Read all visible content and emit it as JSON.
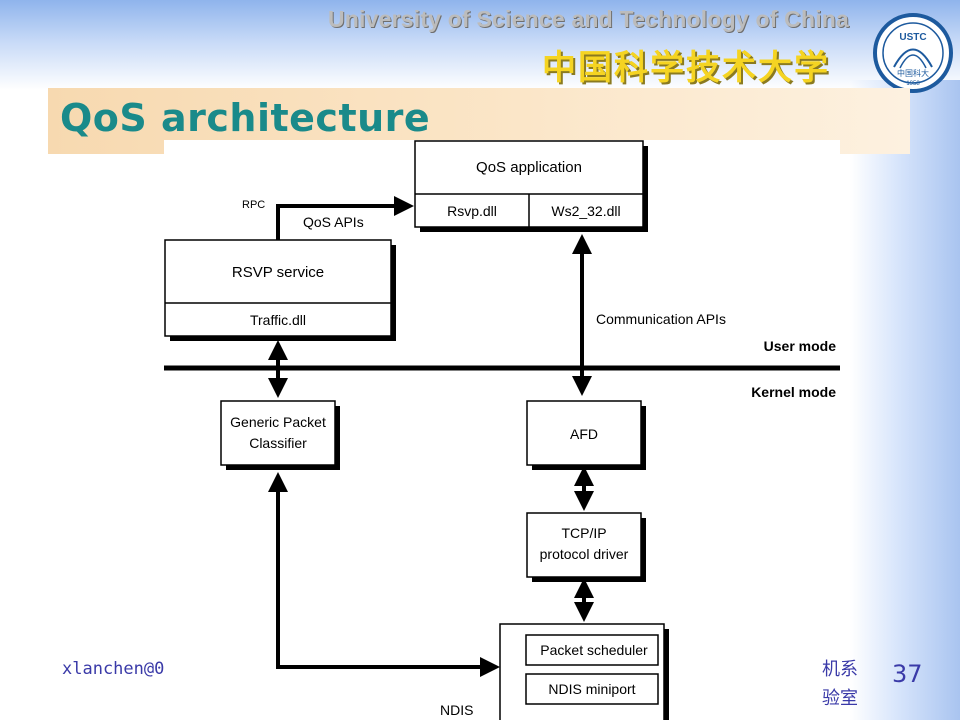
{
  "header": {
    "university_en": "University of Science and Technology of China",
    "university_cn": "中国科学技术大学",
    "logo": {
      "icon": "ustc-seal-icon",
      "top_text": "USTC",
      "bottom_text": "中国科大",
      "year": "1958"
    }
  },
  "slide": {
    "title": "QoS architecture",
    "page_number": "37"
  },
  "footer": {
    "left_text": "xlanchen@0",
    "right_line1": "机系",
    "right_line2": "验室"
  },
  "diagram": {
    "boxes": {
      "qos_application": "QoS application",
      "rsvp_dll": "Rsvp.dll",
      "ws2_32_dll": "Ws2_32.dll",
      "rsvp_service": "RSVP service",
      "traffic_dll": "Traffic.dll",
      "generic_classifier_line1": "Generic Packet",
      "generic_classifier_line2": "Classifier",
      "afd": "AFD",
      "tcpip_line1": "TCP/IP",
      "tcpip_line2": "protocol driver",
      "packet_scheduler": "Packet scheduler",
      "ndis_miniport": "NDIS miniport"
    },
    "labels": {
      "rpc": "RPC",
      "qos_apis": "QoS APIs",
      "communication_apis": "Communication APIs",
      "user_mode": "User mode",
      "kernel_mode": "Kernel mode",
      "ndis": "NDIS"
    },
    "colors": {
      "box_shadow": "#000000",
      "line": "#000000"
    }
  }
}
